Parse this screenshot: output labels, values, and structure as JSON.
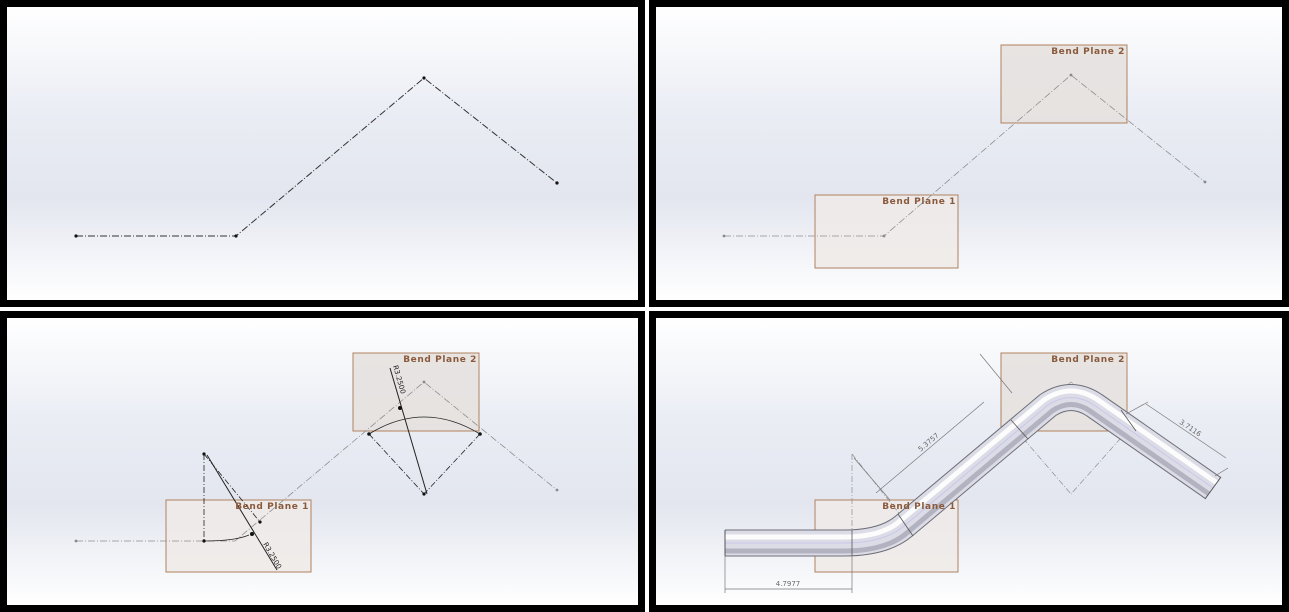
{
  "panels": [
    {
      "step": 1
    },
    {
      "step": 2,
      "planes": [
        "Bend Plane 1",
        "Bend Plane 2"
      ]
    },
    {
      "step": 3,
      "planes": [
        "Bend Plane 1",
        "Bend Plane 2"
      ],
      "radius_labels": [
        "R3.2500",
        "R3.2500"
      ]
    },
    {
      "step": 4,
      "planes": [
        "Bend Plane 1",
        "Bend Plane 2"
      ],
      "dimensions": [
        "4.7977",
        "5.3757",
        "3.7116"
      ]
    }
  ],
  "colors": {
    "frame": "#000000",
    "plane_border": "#b0825f",
    "plane_fill": "#eeeae8",
    "plane_label": "#8a5a3c",
    "sketch_line": "#555555",
    "tube": "#dcdce6"
  }
}
